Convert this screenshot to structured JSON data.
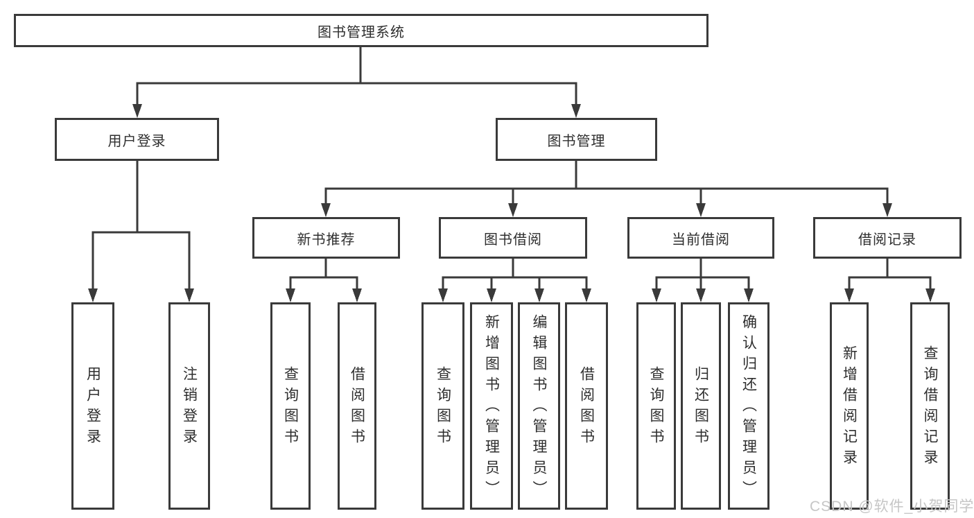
{
  "diagram": {
    "root": {
      "label": "图书管理系统"
    },
    "level2": [
      {
        "label": "用户登录"
      },
      {
        "label": "图书管理"
      }
    ],
    "level3": [
      {
        "label": "新书推荐"
      },
      {
        "label": "图书借阅"
      },
      {
        "label": "当前借阅"
      },
      {
        "label": "借阅记录"
      }
    ],
    "leaves": {
      "user_login": [
        {
          "label": "用户登录"
        },
        {
          "label": "注销登录"
        }
      ],
      "new_book_recommend": [
        {
          "label": "查询图书"
        },
        {
          "label": "借阅图书"
        }
      ],
      "book_borrow": [
        {
          "label": "查询图书"
        },
        {
          "label": "新增图书（管理员）"
        },
        {
          "label": "编辑图书（管理员）"
        },
        {
          "label": "借阅图书"
        }
      ],
      "current_borrow": [
        {
          "label": "查询图书"
        },
        {
          "label": "归还图书"
        },
        {
          "label": "确认归还（管理员）"
        }
      ],
      "borrow_records": [
        {
          "label": "新增借阅记录"
        },
        {
          "label": "查询借阅记录"
        }
      ]
    }
  },
  "watermark": {
    "text": "CSDN @软件_小贺同学"
  },
  "colors": {
    "line": "#3a3a3a",
    "text": "#2e2e2e",
    "background": "#ffffff",
    "watermark": "#c6c6c6"
  }
}
